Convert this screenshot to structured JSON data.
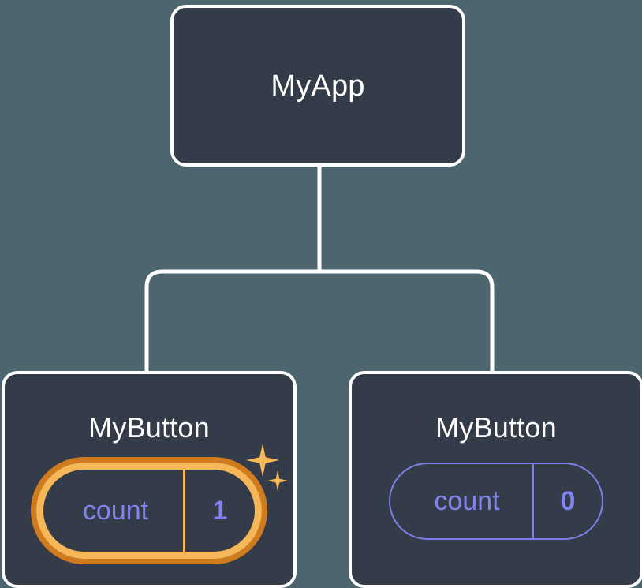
{
  "diagram": {
    "type": "component-tree",
    "background_color": "#4d656f",
    "node_fill": "#343b49",
    "node_border": "#ffffff",
    "connector_color": "#ffffff",
    "state_color": "#8184ee",
    "highlight_color": "#f6b759",
    "highlight_halo_color": "#d07c1e",
    "root": {
      "title": "MyApp"
    },
    "children": [
      {
        "title": "MyButton",
        "state": {
          "label": "count",
          "value": "1"
        },
        "highlighted": true,
        "sparkle_large": "sparkle-icon",
        "sparkle_small": "sparkle-icon"
      },
      {
        "title": "MyButton",
        "state": {
          "label": "count",
          "value": "0"
        },
        "highlighted": false
      }
    ]
  }
}
